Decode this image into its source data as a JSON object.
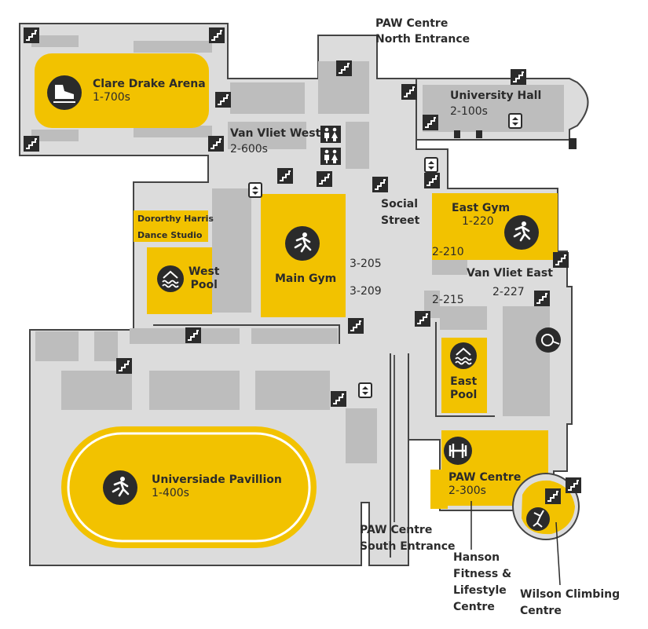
{
  "map": {
    "colors": {
      "highlight": "#f2c200",
      "floor": "#dcdcdc",
      "block": "#bdbdbd",
      "wall": "#444444",
      "icon": "#2b2b2b"
    },
    "venues": [
      {
        "name": "Clare Drake Arena",
        "rooms": "1-700s",
        "icon": "skate-icon"
      },
      {
        "name": "Main Gym",
        "icon": "runner-icon"
      },
      {
        "name": "West",
        "name2": "Pool",
        "icon": "swimmer-icon"
      },
      {
        "name": "East Gym",
        "rooms": "1-220",
        "icon": "runner-icon"
      },
      {
        "name": "East",
        "name2": "Pool",
        "icon": "swimmer-icon"
      },
      {
        "name": "Universiade Pavillion",
        "rooms": "1-400s",
        "icon": "runner-icon"
      },
      {
        "name": "PAW Centre",
        "rooms": "2-300s",
        "icon": "dumbbell-icon"
      },
      {
        "name": "Dororthy Harris",
        "name2": "Dance Studio"
      }
    ],
    "areas": [
      {
        "name": "Van Vliet West",
        "rooms": "2-600s"
      },
      {
        "name": "University Hall",
        "rooms": "2-100s"
      },
      {
        "name": "Social",
        "name2": "Street"
      },
      {
        "name": "Van Vliet East"
      }
    ],
    "rooms": [
      "3-205",
      "3-209",
      "2-210",
      "2-215",
      "2-227"
    ],
    "entrances": [
      {
        "name": "PAW Centre",
        "name2": "North Entrance"
      },
      {
        "name": "PAW Centre",
        "name2": "South Entrance"
      }
    ],
    "callouts": [
      {
        "line1": "Hanson",
        "line2": "Fitness &",
        "line3": "Lifestyle",
        "line4": "Centre"
      },
      {
        "line1": "Wilson Climbing",
        "line2": "Centre"
      }
    ]
  }
}
